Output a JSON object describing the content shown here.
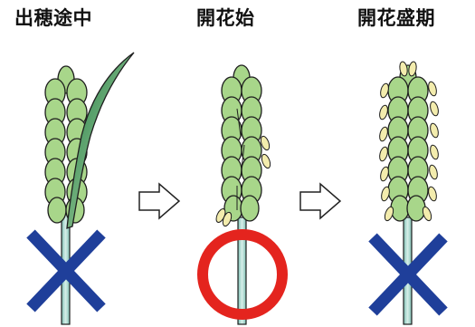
{
  "stages": [
    {
      "label": "出穂途中",
      "mark": "cross"
    },
    {
      "label": "開花始",
      "mark": "circle"
    },
    {
      "label": "開花盛期",
      "mark": "cross"
    }
  ],
  "colors": {
    "spikelet_fill": "#a8d68a",
    "spikelet_stroke": "#1e1e1e",
    "stem": "#9fd2c8",
    "flag_leaf": "#2e8b57",
    "anther": "#f3ecad",
    "cross": "#1f3f9a",
    "circle": "#e4241e"
  }
}
